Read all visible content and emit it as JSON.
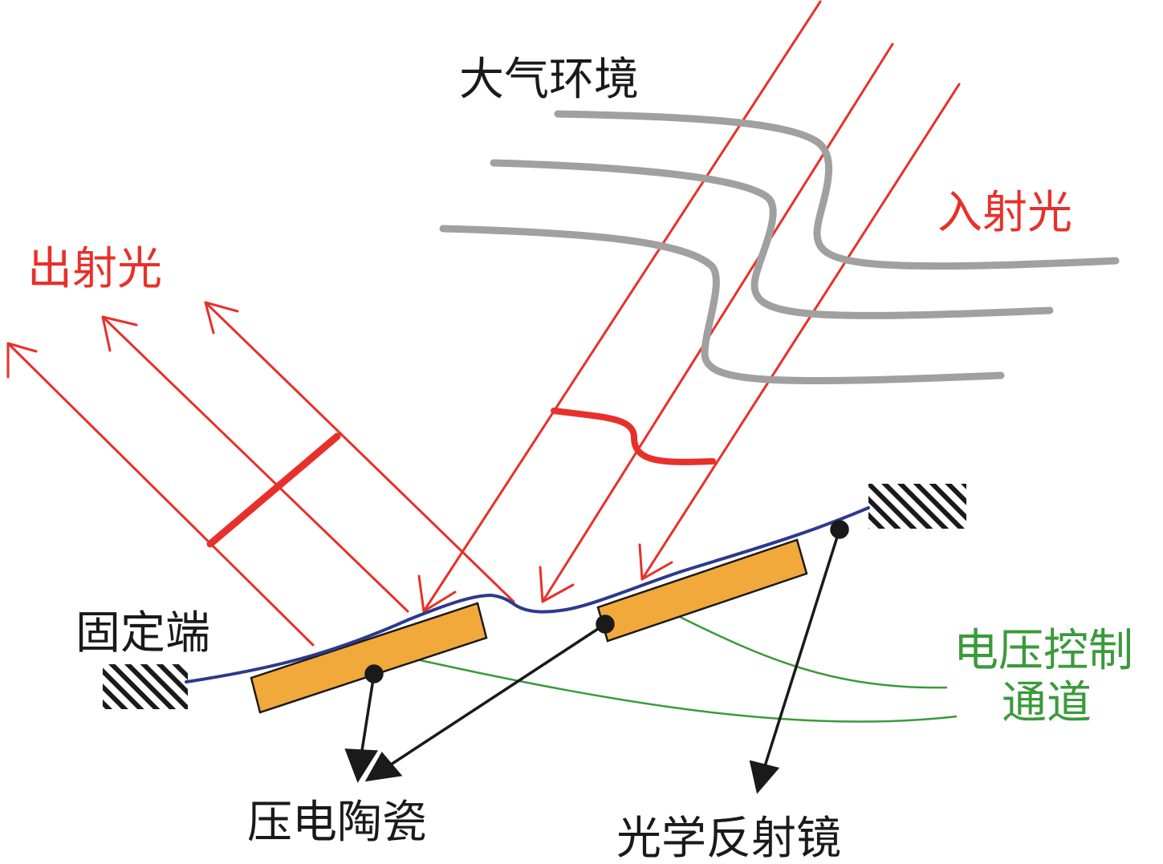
{
  "labels": {
    "atmosphere": "大气环境",
    "incident_light": "入射光",
    "outgoing_light": "出射光",
    "fixed_end": "固定端",
    "voltage_channel_line1": "电压控制",
    "voltage_channel_line2": "通道",
    "piezo_ceramic": "压电陶瓷",
    "optical_mirror": "光学反射镜"
  },
  "colors": {
    "light": "#e8302a",
    "atmosphere_lines": "#a0a0a0",
    "mirror_membrane": "#2b3a8c",
    "piezo": "#f2a93b",
    "voltage_wires": "#3a9a3a",
    "pointer": "#1a1a1a",
    "text": "#1a1a1a"
  }
}
